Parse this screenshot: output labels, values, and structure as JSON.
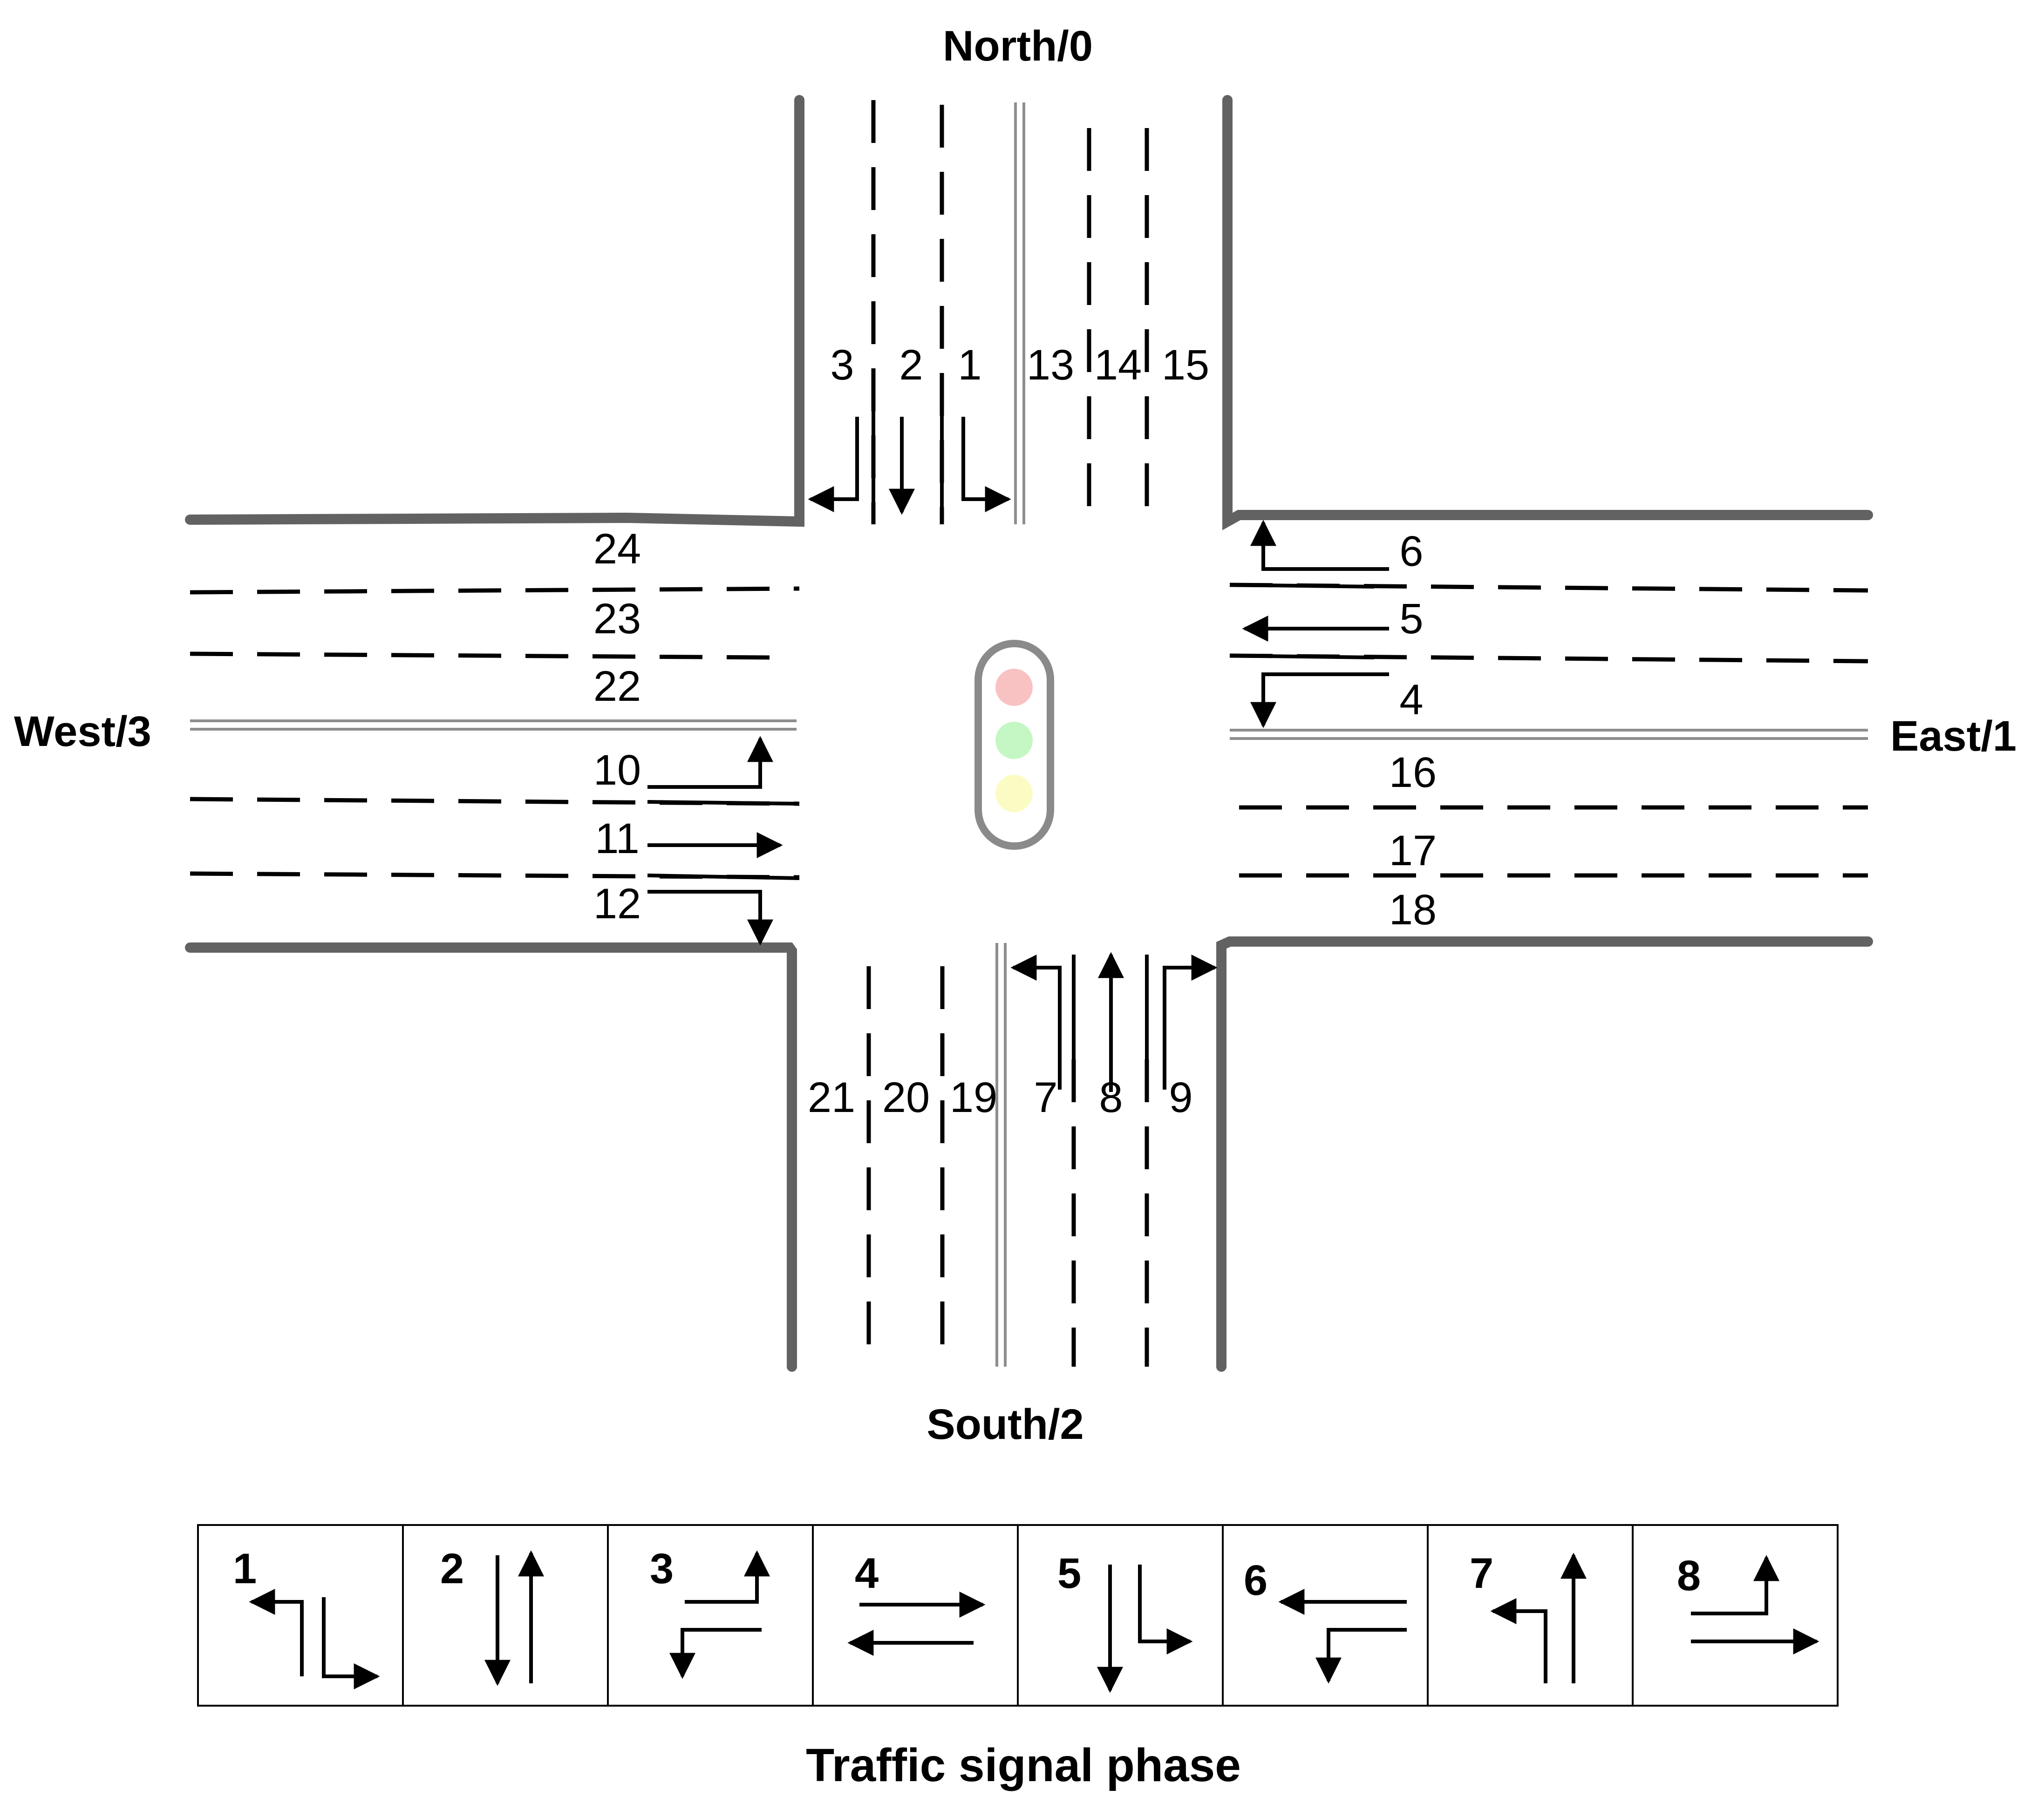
{
  "directions": {
    "north": "North/0",
    "east": "East/1",
    "south": "South/2",
    "west": "West/3"
  },
  "lanes": [
    "1",
    "2",
    "3",
    "4",
    "5",
    "6",
    "7",
    "8",
    "9",
    "10",
    "11",
    "12",
    "13",
    "14",
    "15",
    "16",
    "17",
    "18",
    "19",
    "20",
    "21",
    "22",
    "23",
    "24"
  ],
  "signal_lights": {
    "red": "#f9c2c2",
    "green": "#c4f7c4",
    "yellow": "#fbfbc4",
    "housing": "#8a8a8a"
  },
  "phases": [
    {
      "label": "1",
      "icon": "left-turn-and-right-turn-arrows-icon"
    },
    {
      "label": "2",
      "icon": "through-up-down-arrows-icon"
    },
    {
      "label": "3",
      "icon": "turn-up-and-turn-down-arrows-icon"
    },
    {
      "label": "4",
      "icon": "through-left-right-arrows-icon"
    },
    {
      "label": "5",
      "icon": "through-down-and-right-turn-arrows-icon"
    },
    {
      "label": "6",
      "icon": "left-arrow-and-down-turn-arrows-icon"
    },
    {
      "label": "7",
      "icon": "left-turn-and-through-up-arrows-icon"
    },
    {
      "label": "8",
      "icon": "up-turn-and-right-arrows-icon"
    }
  ],
  "caption": "Traffic signal phase",
  "colors": {
    "curb": "#626262",
    "median": "#8e8e8e",
    "ink": "#000000"
  }
}
